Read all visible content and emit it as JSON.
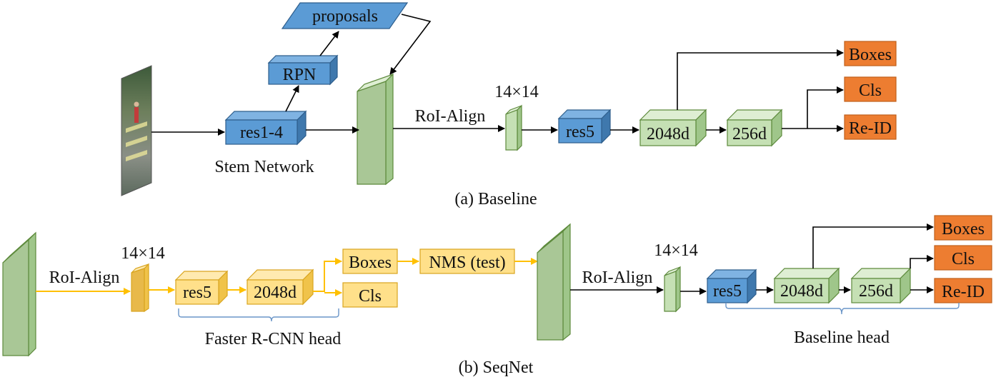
{
  "colors": {
    "blue_front": "#5b9bd5",
    "blue_top": "#7fb3e2",
    "blue_side": "#3f78ad",
    "blue_stroke": "#2e5e8c",
    "green_front": "#c5e0b4",
    "green_top": "#deeed3",
    "green_side": "#9fc68a",
    "green_stroke": "#5d8a3c",
    "fm_front": "#a9c796",
    "yellow_front": "#ffe08a",
    "yellow_top": "#ffeab0",
    "yellow_side": "#f0c34a",
    "yellow_stroke": "#d9a520",
    "orange_front": "#ed7d31",
    "orange_stroke": "#c0601c",
    "yellow_arrow": "#ffc000",
    "black_arrow": "#000000",
    "brace": "#6a95c8"
  },
  "baseline": {
    "caption": "(a) Baseline",
    "proposals_label": "proposals",
    "rpn_label": "RPN",
    "res14_label": "res1-4",
    "stem_label": "Stem Network",
    "roi_align_label": "RoI-Align",
    "roi_size_label": "14×14",
    "res5_label": "res5",
    "feat2048_label": "2048d",
    "feat256_label": "256d",
    "out_boxes": "Boxes",
    "out_cls": "Cls",
    "out_reid": "Re-ID"
  },
  "seqnet": {
    "caption": "(b) SeqNet",
    "roi_align_label_1": "RoI-Align",
    "roi_size_label_1": "14×14",
    "res5_label_1": "res5",
    "feat2048_label_1": "2048d",
    "boxes_label_1": "Boxes",
    "cls_label_1": "Cls",
    "nms_label": "NMS (test)",
    "frcnn_label": "Faster R-CNN head",
    "roi_align_label_2": "RoI-Align",
    "roi_size_label_2": "14×14",
    "res5_label_2": "res5",
    "feat2048_label_2": "2048d",
    "feat256_label_2": "256d",
    "out_boxes": "Boxes",
    "out_cls": "Cls",
    "out_reid": "Re-ID",
    "baseline_head_label": "Baseline head"
  }
}
